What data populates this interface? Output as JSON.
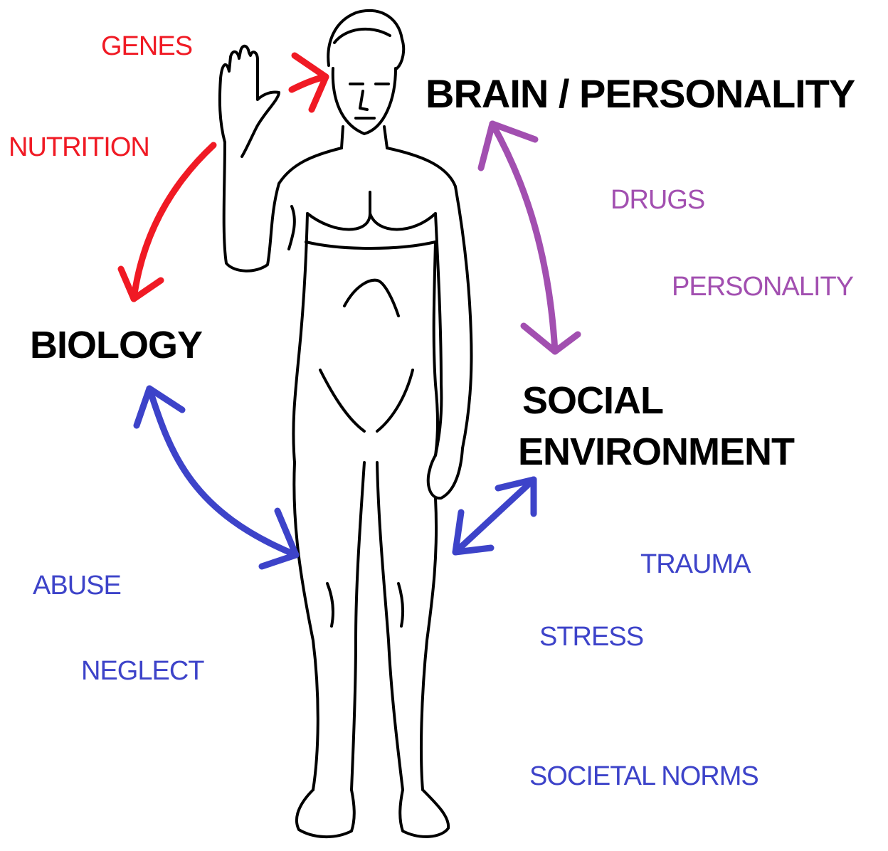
{
  "colors": {
    "red": "#f01a24",
    "purple": "#a24fb0",
    "blue": "#3d43c9",
    "black": "#000000"
  },
  "nodes": {
    "brain": "BRAIN / PERSONALITY",
    "biology": "BIOLOGY",
    "social_line1": "SOCIAL",
    "social_line2": "ENVIRONMENT"
  },
  "factors": {
    "red": [
      "GENES",
      "NUTRITION"
    ],
    "purple": [
      "DRUGS",
      "PERSONALITY"
    ],
    "blue_left": [
      "ABUSE",
      "NEGLECT"
    ],
    "blue_right": [
      "TRAUMA",
      "STRESS",
      "SOCIETAL NORMS"
    ]
  },
  "illustration": "human-figure"
}
